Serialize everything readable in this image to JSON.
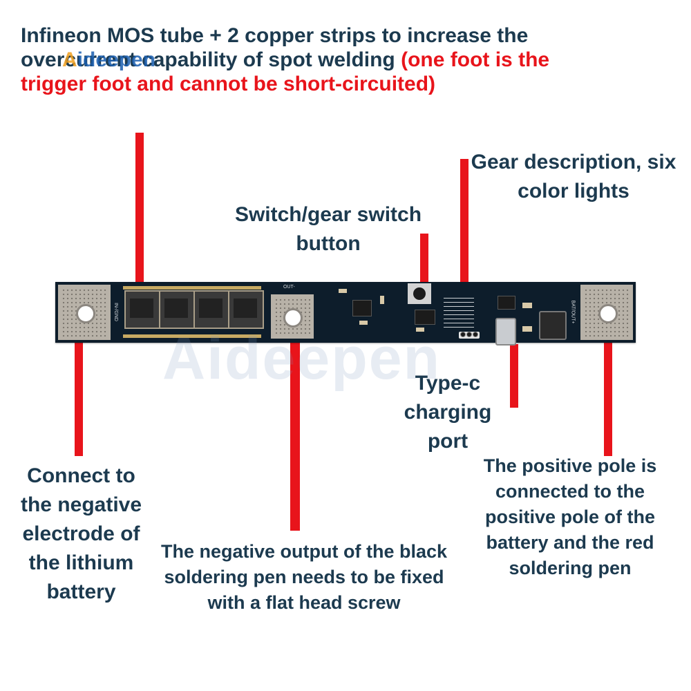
{
  "title": {
    "line1": "Infineon MOS tube + 2 copper strips to increase the",
    "line2_prefix": "overcurrent capability of spot welding ",
    "line2_warn": "(one foot is the",
    "line3_warn": "trigger foot and cannot be short-circuited)"
  },
  "labels": {
    "gear_description": "Gear description, six color lights",
    "switch_button": "Switch/gear switch button",
    "type_c": "Type-c charging port",
    "negative_electrode": "Connect to the negative electrode of the lithium battery",
    "negative_output": "The negative output of the black soldering pen needs to be fixed with a flat head screw",
    "positive_pole": "The positive pole is connected to the positive pole of the battery and the red soldering pen"
  },
  "board_silkscreen": {
    "in_gnd": "IN-/GND",
    "out_minus": "OUT-",
    "bat_out": "BAT/OUT+"
  },
  "watermark": "Aideepen",
  "colors": {
    "text": "#1c3a4f",
    "warning": "#e8141b",
    "pointer": "#e8141b",
    "board": "#0d1d2b",
    "copper": "#c7aa63"
  }
}
